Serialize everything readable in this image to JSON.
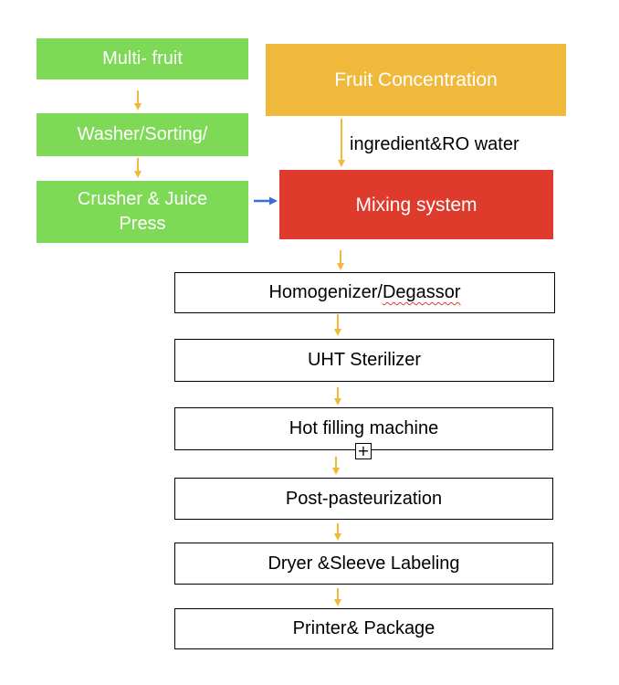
{
  "nodes": {
    "multi_fruit": "Multi- fruit",
    "washer": "Washer/Sorting/",
    "crusher_line1": "Crusher & Juice",
    "crusher_line2": "Press",
    "fruit_concentration": "Fruit Concentration",
    "mixing": "Mixing system",
    "homogenizer_a": "Homogenizer/",
    "homogenizer_b": "Degassor",
    "uht": "UHT Sterilizer",
    "hot_filling": "Hot filling machine",
    "post_pasteurization": "Post-pasteurization",
    "dryer": "Dryer &Sleeve Labeling",
    "printer": "Printer& Package"
  },
  "edge_labels": {
    "ingredient": "ingredient&RO water"
  },
  "icons": {
    "plus_handle": "plus-icon"
  },
  "colors": {
    "green": "#7ed957",
    "orange": "#f0b93b",
    "red": "#de3b2c",
    "arrow_orange": "#f0b93b",
    "arrow_blue": "#3a6fd8"
  }
}
